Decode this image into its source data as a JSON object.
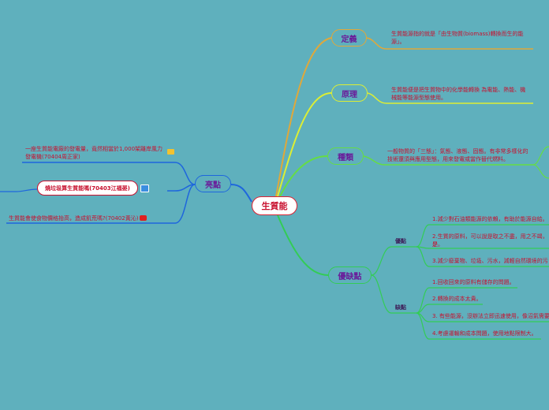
{
  "central": "生質能",
  "branches": {
    "definition": {
      "title": "定義",
      "text": "生質能源指的就是「由生物質(biomass)轉換而生的能源」。",
      "color": "#e0a83a"
    },
    "principle": {
      "title": "原理",
      "text": "生質能便是把生質物中的化學能轉換 為電能、熱能、機械能等能源型態使用。",
      "color": "#ddee33"
    },
    "types": {
      "title": "種類",
      "text": "一般物質的「三態」：氣態、液態、固態。有非常多樣化的技術還須與應用型態，用來發電或當作替代燃料。",
      "color": "#66dd44"
    },
    "pros_cons": {
      "title": "優缺點",
      "color": "#33cc55",
      "pros_label": "優點",
      "pros": [
        "1.減少對石油類能源的依賴，有助於能源自給。",
        "2.生質的原料，可以說是取之不盡，用之不竭，是",
        "3.減少廢棄物、垃圾、污水，減輕自然環境的污"
      ],
      "cons_label": "缺點",
      "cons": [
        "1.回收回來的原料有儲存的問題。",
        "2.轉換的成本太貴。",
        "3. 有些能源，沒辦法立即迅速使用，像沼氣需要",
        "4.考慮運輸和成本問題，使用地點限制大。"
      ]
    },
    "highlights": {
      "title": "亮點",
      "color": "#1e66dd",
      "items": [
        {
          "text": "一座生質能電廠的發電量，竟然相當於1,000架離岸風力發電機(70404周正家)",
          "icon": "mail-icon"
        },
        {
          "text": "燒垃圾算生質能嗎(70403江福晏)",
          "icon": "image-icon"
        },
        {
          "text": "生質能會使食物價格抬高，造成飢荒嗎?(70402黃沁)",
          "icon": "video-icon"
        }
      ]
    }
  }
}
